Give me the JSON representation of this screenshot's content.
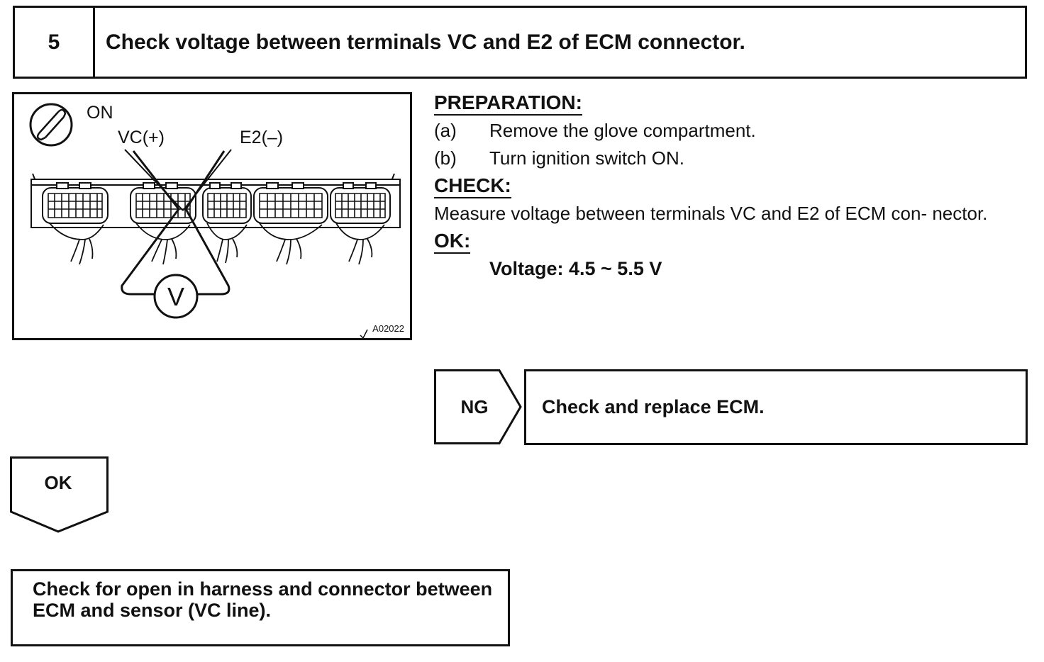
{
  "step": {
    "number": "5",
    "title": "Check voltage between terminals VC and E2 of ECM connector."
  },
  "illustration": {
    "ignition_state": "ON",
    "probe_positive_label": "VC(+)",
    "probe_negative_label": "E2(–)",
    "meter_symbol": "V",
    "figure_id": "A02022"
  },
  "preparation": {
    "heading": "PREPARATION:",
    "steps": [
      {
        "label": "(a)",
        "text": "Remove the glove compartment."
      },
      {
        "label": "(b)",
        "text": "Turn ignition switch ON."
      }
    ]
  },
  "check": {
    "heading": "CHECK:",
    "text": "Measure voltage between terminals VC and E2 of ECM con- nector."
  },
  "ok_criteria": {
    "heading": "OK:",
    "spec": "Voltage:  4.5 ~ 5.5 V"
  },
  "ng_branch": {
    "tag": "NG",
    "action": "Check and replace ECM."
  },
  "ok_branch": {
    "tag": "OK",
    "next_action": "Check for open in harness and connector between ECM and sensor (VC line)."
  }
}
